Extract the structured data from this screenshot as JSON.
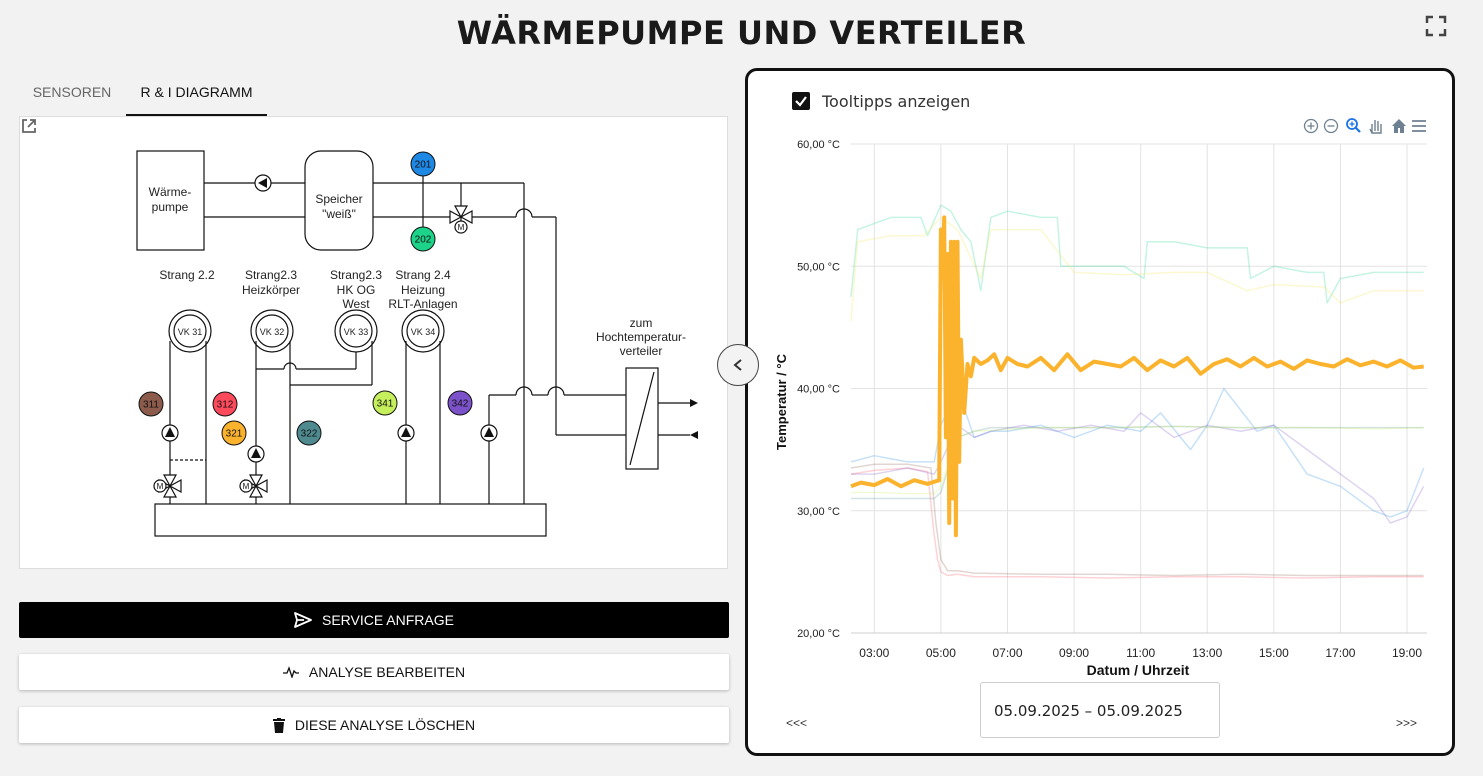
{
  "page": {
    "title": "WÄRMEPUMPE UND VERTEILER"
  },
  "tabs": [
    {
      "label": "SENSOREN",
      "active": false
    },
    {
      "label": "R & I DIAGRAMM",
      "active": true
    }
  ],
  "diagram": {
    "heat_pump": [
      "Wärme-",
      "pumpe"
    ],
    "storage": [
      "Speicher",
      "\"weiß\""
    ],
    "to_high_temp": [
      "zum",
      "Hochtemperatur-",
      "verteiler"
    ],
    "strands": [
      {
        "lines": [
          "Strang 2.2"
        ],
        "valve": "VK 31"
      },
      {
        "lines": [
          "Strang2.3",
          "Heizkörper"
        ],
        "valve": "VK 32"
      },
      {
        "lines": [
          "Strang2.3",
          "HK OG",
          "West"
        ],
        "valve": "VK 33"
      },
      {
        "lines": [
          "Strang 2.4",
          "Heizung",
          "RLT-Anlagen"
        ],
        "valve": "VK 34"
      }
    ],
    "sensors": [
      {
        "id": "201",
        "color": "#1e88e5"
      },
      {
        "id": "202",
        "color": "#1dd38a"
      },
      {
        "id": "311",
        "color": "#8d5b4c"
      },
      {
        "id": "312",
        "color": "#ff4a5c"
      },
      {
        "id": "321",
        "color": "#fbb32d"
      },
      {
        "id": "322",
        "color": "#4e8a8f"
      },
      {
        "id": "341",
        "color": "#c5ef5d"
      },
      {
        "id": "342",
        "color": "#7b52c9"
      }
    ],
    "motor_label": "M"
  },
  "buttons": {
    "service": "SERVICE ANFRAGE",
    "edit": "ANALYSE BEARBEITEN",
    "delete": "DIESE ANALYSE LÖSCHEN"
  },
  "panel": {
    "tooltip_label": "Tooltipps anzeigen",
    "tooltip_checked": true,
    "date_range": "05.09.2025 – 05.09.2025",
    "nav_prev": "<<<",
    "nav_next": ">>>"
  },
  "toolbar_icons": [
    "zoom-in-icon",
    "zoom-out-icon",
    "zoom-select-icon",
    "pan-icon",
    "home-icon",
    "menu-icon"
  ],
  "chart_data": {
    "type": "line",
    "xlabel": "Datum / Uhrzeit",
    "ylabel": "Temperatur / °C",
    "xlim": [
      2.3,
      19.6
    ],
    "ylim": [
      20,
      60
    ],
    "x_ticks": [
      3,
      5,
      7,
      9,
      11,
      13,
      15,
      17,
      19
    ],
    "x_tick_labels": [
      "03:00",
      "05:00",
      "07:00",
      "09:00",
      "11:00",
      "13:00",
      "15:00",
      "17:00",
      "19:00"
    ],
    "y_ticks": [
      20,
      30,
      40,
      50,
      60
    ],
    "y_tick_labels": [
      "20,00 °C",
      "30,00 °C",
      "40,00 °C",
      "50,00 °C",
      "60,00 °C"
    ],
    "grid": true,
    "series": [
      {
        "color": "#1dd38a",
        "opacity": 0.25,
        "width": 1.5,
        "x": [
          2.3,
          2.5,
          3.5,
          4.4,
          4.6,
          5.0,
          5.3,
          5.6,
          5.9,
          6.2,
          6.5,
          7.0,
          8.0,
          8.5,
          8.6,
          9.0,
          9.5,
          10.5,
          11.1,
          11.2,
          12.0,
          13.0,
          14.2,
          14.3,
          15.0,
          16.0,
          16.5,
          16.6,
          17.0,
          18.0,
          19.0,
          19.5
        ],
        "y": [
          47.5,
          53,
          54,
          54,
          52.5,
          55,
          54.5,
          53,
          52,
          48,
          54,
          54.5,
          54,
          54,
          50,
          50,
          50,
          50,
          49,
          52,
          52,
          51.5,
          51.5,
          49,
          50,
          49.5,
          49.5,
          47,
          49,
          49.5,
          49.5,
          49.5
        ]
      },
      {
        "color": "#f5e96a",
        "opacity": 0.3,
        "width": 1.5,
        "x": [
          2.3,
          2.5,
          3.5,
          4.5,
          5.0,
          5.5,
          6.2,
          6.5,
          8.0,
          9.0,
          10.5,
          12.0,
          13.0,
          14.2,
          15.0,
          16.5,
          17.0,
          18.0,
          19.5
        ],
        "y": [
          45.5,
          52,
          52.5,
          52.5,
          54,
          53,
          49,
          53,
          53,
          49.5,
          49.3,
          49.5,
          49.5,
          48,
          48.5,
          48.3,
          47,
          48,
          48
        ]
      },
      {
        "color": "#ff4a5c",
        "opacity": 0.25,
        "width": 1.5,
        "x": [
          2.3,
          3.0,
          4.0,
          4.6,
          4.8,
          4.9,
          5.0,
          5.2,
          5.5,
          6.0,
          8.0,
          10.0,
          12.0,
          14.0,
          16.0,
          18.0,
          19.5
        ],
        "y": [
          33,
          33.3,
          33.5,
          33.2,
          28,
          26,
          25,
          24.7,
          24.8,
          24.6,
          24.6,
          24.5,
          24.6,
          24.6,
          24.5,
          24.6,
          24.6
        ]
      },
      {
        "color": "#8d5b4c",
        "opacity": 0.25,
        "width": 1.5,
        "x": [
          2.3,
          3.0,
          4.0,
          4.7,
          4.85,
          5.0,
          5.2,
          5.5,
          6.0,
          8.0,
          10.0,
          12.0,
          14.0,
          16.0,
          18.0,
          19.5
        ],
        "y": [
          33.5,
          33.8,
          33.8,
          33.5,
          29,
          26,
          25.1,
          25.1,
          24.9,
          24.8,
          24.8,
          24.7,
          24.8,
          24.7,
          24.7,
          24.7
        ]
      },
      {
        "color": "#1e88e5",
        "opacity": 0.25,
        "width": 1.5,
        "x": [
          2.3,
          3.0,
          4.0,
          4.8,
          5.0,
          5.5,
          6.0,
          6.5,
          7.0,
          8.0,
          9.0,
          10.0,
          11.0,
          11.6,
          12.5,
          13.0,
          13.5,
          14.5,
          15.0,
          15.5,
          16.0,
          17.0,
          18.0,
          18.5,
          19.0,
          19.5
        ],
        "y": [
          34,
          34.5,
          34,
          34,
          37,
          40,
          36,
          36.5,
          36.5,
          37,
          36,
          37,
          36.5,
          38,
          35,
          37,
          40,
          36.5,
          37,
          35,
          33,
          32,
          30,
          29.5,
          30,
          33.5
        ]
      },
      {
        "color": "#7b52c9",
        "opacity": 0.25,
        "width": 1.5,
        "x": [
          2.3,
          3.0,
          4.0,
          4.8,
          5.0,
          5.5,
          6.0,
          6.5,
          7.5,
          8.5,
          9.5,
          10.5,
          11.0,
          12.0,
          13.0,
          14.0,
          15.0,
          16.0,
          17.0,
          17.5,
          18.0,
          18.5,
          19.0,
          19.5
        ],
        "y": [
          33,
          33,
          33.5,
          33,
          34,
          37,
          36,
          36.5,
          37,
          36.5,
          37,
          36.5,
          38,
          36,
          37,
          36.5,
          37,
          35,
          33,
          32,
          31,
          29,
          29.5,
          32
        ]
      },
      {
        "color": "#4e8a8f",
        "opacity": 0.25,
        "width": 1.5,
        "x": [
          2.3,
          3.0,
          4.0,
          4.8,
          5.0,
          5.5,
          6.0,
          6.5,
          8.0,
          10.0,
          12.0,
          14.0,
          16.0,
          18.0,
          19.5
        ],
        "y": [
          31,
          31,
          31,
          31,
          31.5,
          36,
          36.5,
          36.8,
          36.8,
          36.8,
          36.9,
          36.8,
          36.8,
          36.8,
          36.8
        ]
      },
      {
        "color": "#c5ef5d",
        "opacity": 0.25,
        "width": 1.5,
        "x": [
          2.3,
          3.0,
          4.0,
          4.8,
          5.0,
          5.5,
          6.0,
          8.0,
          10.0,
          12.0,
          14.0,
          16.0,
          18.0,
          19.5
        ],
        "y": [
          31.5,
          31.5,
          31.4,
          31.4,
          32,
          36,
          36.5,
          36.8,
          36.8,
          36.9,
          36.8,
          36.8,
          36.7,
          36.8
        ]
      },
      {
        "color": "#fbb32d",
        "opacity": 1,
        "width": 4,
        "x": [
          2.3,
          2.6,
          3.0,
          3.4,
          3.8,
          4.2,
          4.6,
          4.95,
          5.0,
          5.05,
          5.1,
          5.15,
          5.2,
          5.25,
          5.3,
          5.35,
          5.4,
          5.45,
          5.5,
          5.55,
          5.6,
          5.7,
          5.8,
          5.9,
          6.0,
          6.2,
          6.4,
          6.6,
          6.8,
          7.0,
          7.3,
          7.6,
          8.0,
          8.4,
          8.8,
          9.2,
          9.6,
          10.0,
          10.4,
          10.8,
          11.2,
          11.6,
          12.0,
          12.4,
          12.8,
          13.2,
          13.6,
          14.0,
          14.4,
          14.8,
          15.2,
          15.6,
          16.0,
          16.4,
          16.8,
          17.2,
          17.6,
          18.0,
          18.4,
          18.8,
          19.2,
          19.5
        ],
        "y": [
          32,
          32.3,
          32.1,
          32.6,
          32,
          32.5,
          32.2,
          32.5,
          53,
          49,
          54,
          36,
          51,
          29,
          52,
          31,
          52,
          28,
          52,
          34,
          44,
          38,
          42,
          41,
          42.5,
          42,
          42.3,
          42.8,
          41.5,
          42.5,
          42,
          41.8,
          42.5,
          41.5,
          42.8,
          41.5,
          42.2,
          42,
          41.8,
          42.5,
          41.5,
          42.3,
          41.8,
          42.5,
          41.2,
          42,
          42.4,
          41.8,
          42.5,
          41.8,
          42.2,
          41.6,
          42.3,
          42,
          41.8,
          42.4,
          41.9,
          42.2,
          41.8,
          42.3,
          41.7,
          41.8
        ]
      }
    ]
  }
}
